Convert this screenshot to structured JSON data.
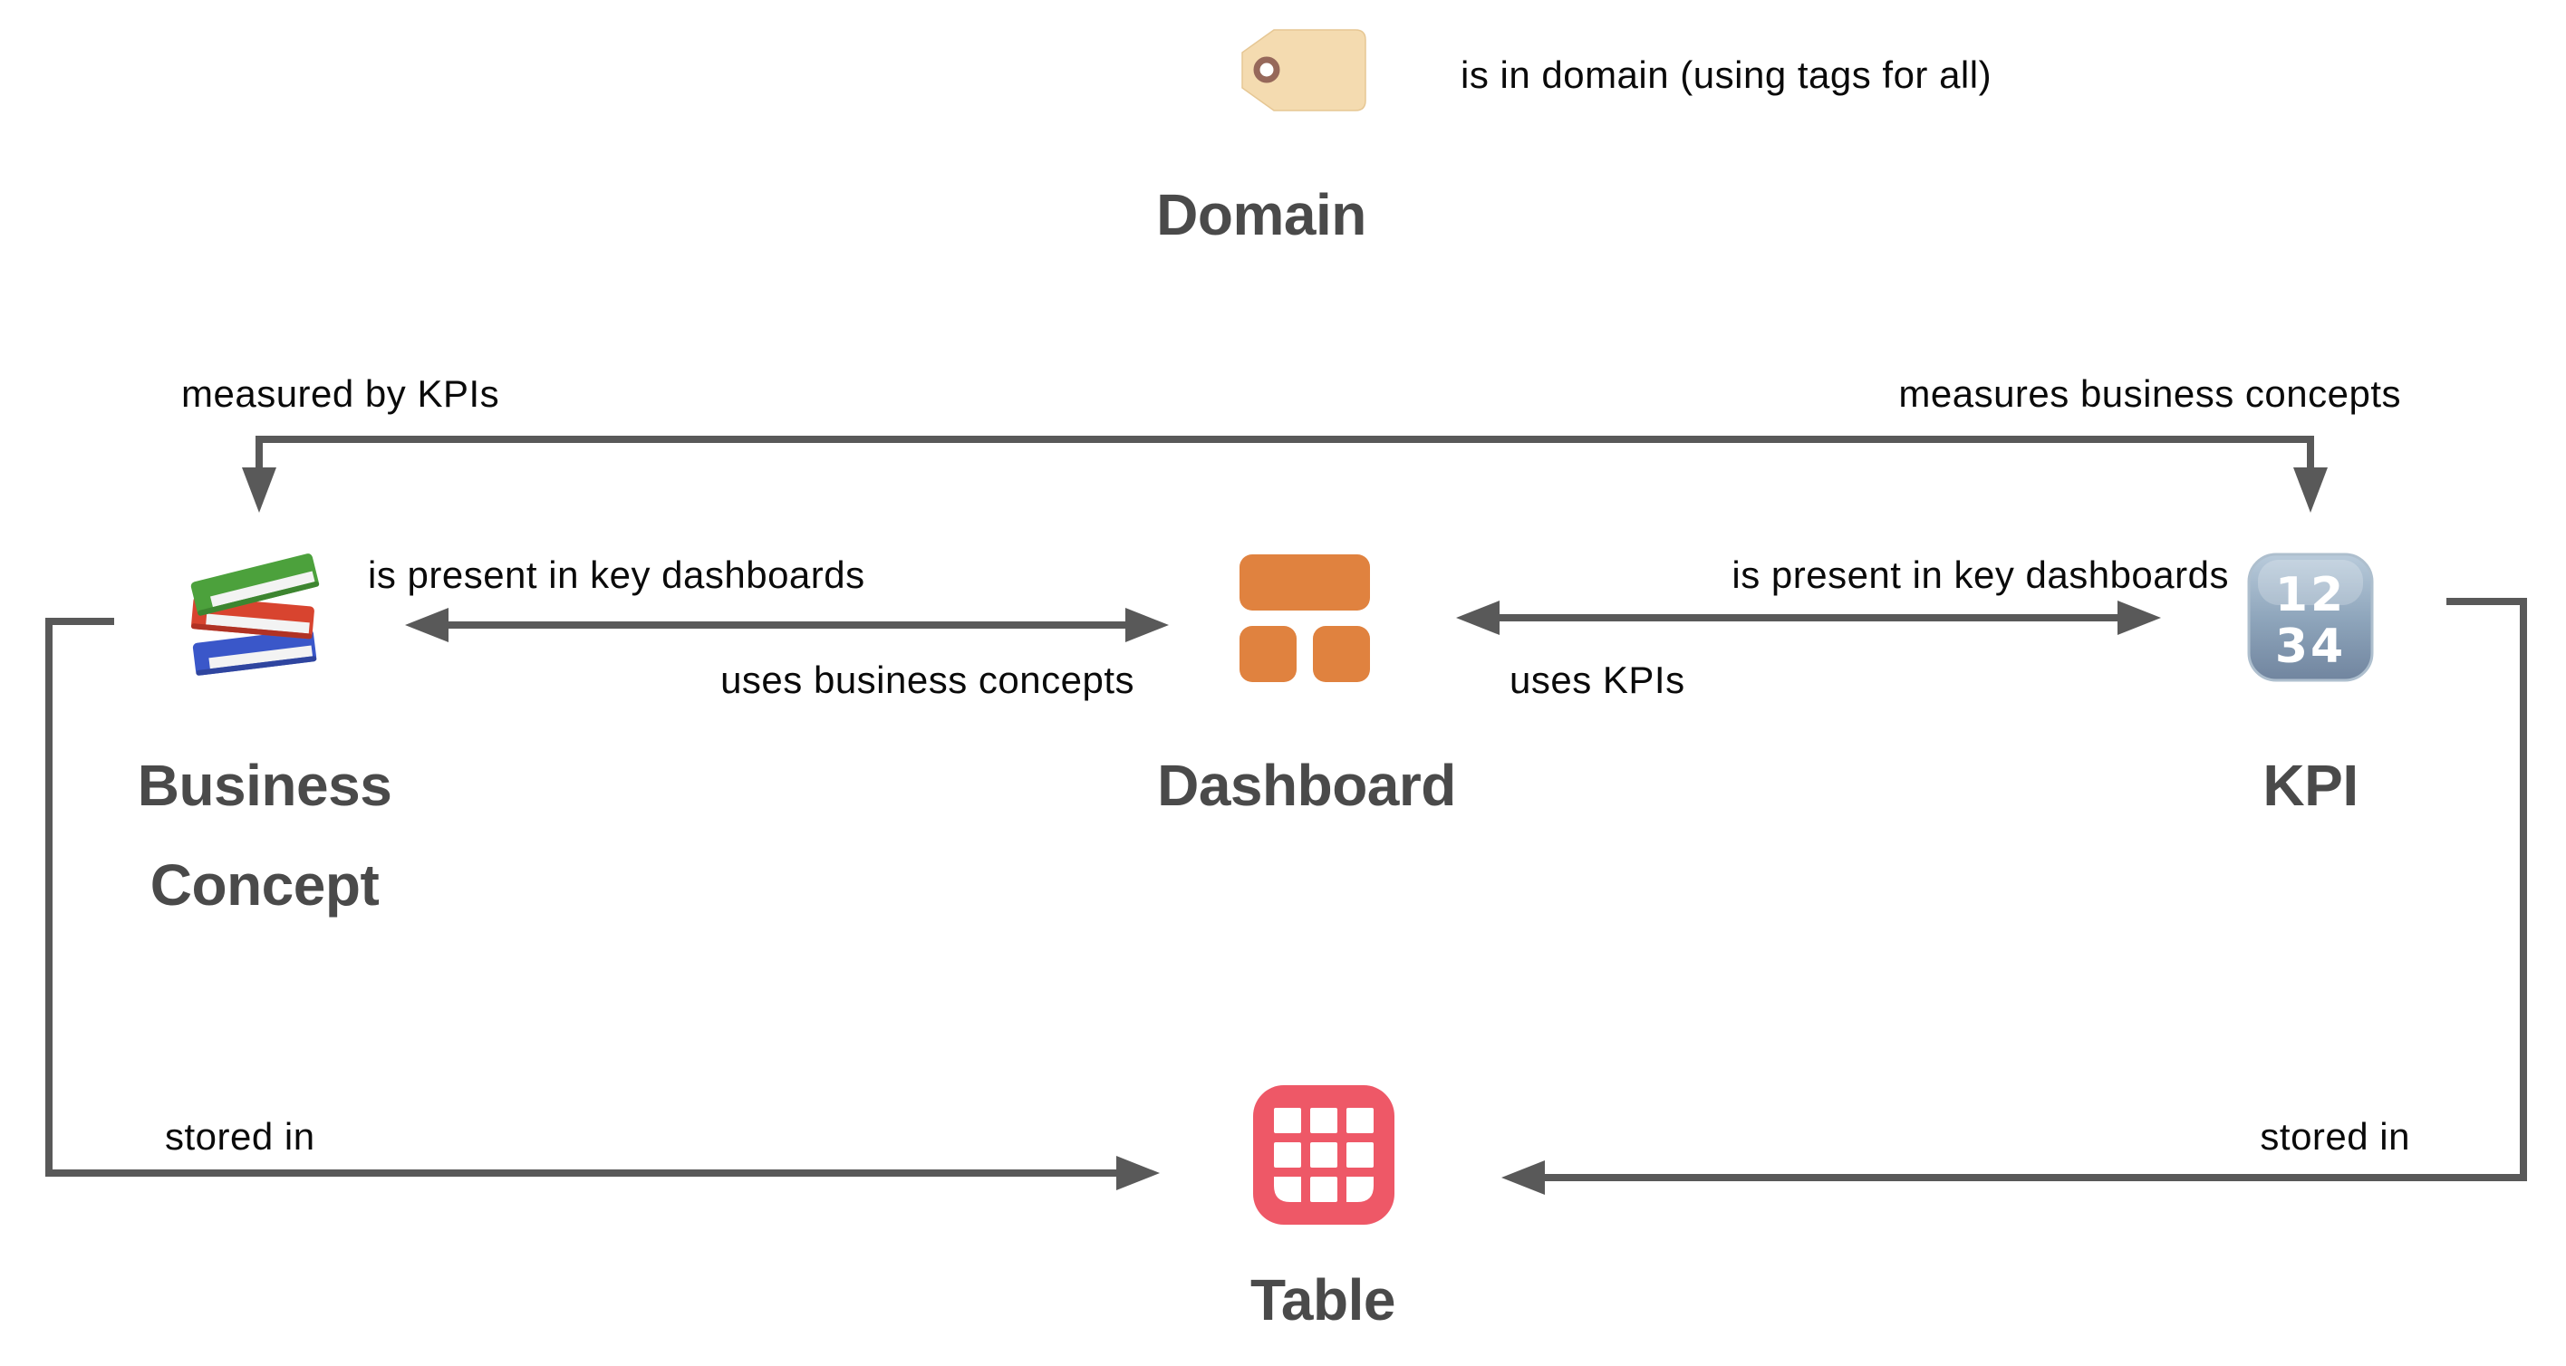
{
  "diagram": {
    "legend": {
      "icon": "tag-icon",
      "text": "is in domain (using tags for all)"
    },
    "nodes": [
      {
        "id": "domain",
        "label": "Domain",
        "icon": "tag-icon"
      },
      {
        "id": "business-concept",
        "label": "Business Concept",
        "label_lines": [
          "Business",
          "Concept"
        ],
        "icon": "books-icon"
      },
      {
        "id": "dashboard",
        "label": "Dashboard",
        "icon": "dashboard-tiles-icon"
      },
      {
        "id": "kpi",
        "label": "KPI",
        "icon": "numbers-icon",
        "icon_digits": [
          "12",
          "34"
        ]
      },
      {
        "id": "table",
        "label": "Table",
        "icon": "table-grid-icon"
      }
    ],
    "edges": [
      {
        "from": "business-concept",
        "to": "kpi",
        "label": "measured by KPIs"
      },
      {
        "from": "kpi",
        "to": "business-concept",
        "label": "measures business concepts"
      },
      {
        "from": "business-concept",
        "to": "dashboard",
        "label": "is present in key dashboards"
      },
      {
        "from": "dashboard",
        "to": "business-concept",
        "label": "uses business concepts"
      },
      {
        "from": "kpi",
        "to": "dashboard",
        "label": "is present in key dashboards"
      },
      {
        "from": "dashboard",
        "to": "kpi",
        "label": "uses KPIs"
      },
      {
        "from": "business-concept",
        "to": "table",
        "label": "stored in"
      },
      {
        "from": "kpi",
        "to": "table",
        "label": "stored in"
      }
    ]
  },
  "colors": {
    "line_gray": "#595959",
    "entity_label": "#4a4a4a",
    "edge_label": "#0a0a0a",
    "dashboard_orange": "#e0823f",
    "table_red": "#ee5867",
    "kpi_blue_top": "#b9cbdb",
    "kpi_blue_mid": "#8fa6bc",
    "kpi_blue_bottom": "#71859f",
    "tag_beige": "#f4dbb0",
    "book_green": "#4ca13c",
    "book_red": "#d8442f",
    "book_blue": "#3a57c9"
  }
}
